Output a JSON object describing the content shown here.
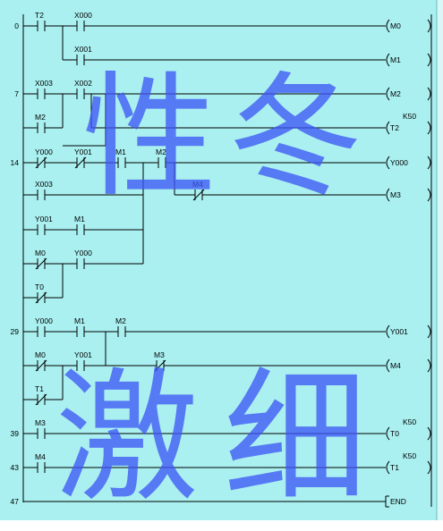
{
  "colors": {
    "background": "#aaf0f0",
    "line": "#000000",
    "watermark": "#3f57f5"
  },
  "ladder": {
    "step_numbers": [
      "0",
      "7",
      "14",
      "29",
      "39",
      "43",
      "47"
    ],
    "contacts": [
      {
        "label": "T2",
        "type": "NO"
      },
      {
        "label": "X000",
        "type": "NO"
      },
      {
        "label": "X001",
        "type": "NO"
      },
      {
        "label": "X003",
        "type": "NO"
      },
      {
        "label": "X002",
        "type": "NO"
      },
      {
        "label": "M2",
        "type": "NO"
      },
      {
        "label": "Y000",
        "type": "NC"
      },
      {
        "label": "Y001",
        "type": "NC"
      },
      {
        "label": "M1",
        "type": "NO"
      },
      {
        "label": "M2",
        "type": "NO"
      },
      {
        "label": "M4",
        "type": "NC"
      },
      {
        "label": "X003",
        "type": "NO"
      },
      {
        "label": "Y001",
        "type": "NO"
      },
      {
        "label": "M1",
        "type": "NO"
      },
      {
        "label": "M0",
        "type": "NC"
      },
      {
        "label": "Y000",
        "type": "NO"
      },
      {
        "label": "T0",
        "type": "NC"
      },
      {
        "label": "Y000",
        "type": "NO"
      },
      {
        "label": "M1",
        "type": "NO"
      },
      {
        "label": "M2",
        "type": "NO"
      },
      {
        "label": "M0",
        "type": "NC"
      },
      {
        "label": "Y001",
        "type": "NO"
      },
      {
        "label": "M3",
        "type": "NC"
      },
      {
        "label": "T1",
        "type": "NC"
      },
      {
        "label": "M3",
        "type": "NO"
      },
      {
        "label": "M4",
        "type": "NO"
      }
    ],
    "coils": [
      "M0",
      "M1",
      "M2",
      "T2",
      "Y000",
      "M3",
      "Y001",
      "M4",
      "T0",
      "T1",
      "END"
    ],
    "timer_constants": [
      "K50",
      "K50",
      "K50"
    ]
  },
  "watermark": [
    "性",
    "冬",
    "激",
    "细"
  ]
}
